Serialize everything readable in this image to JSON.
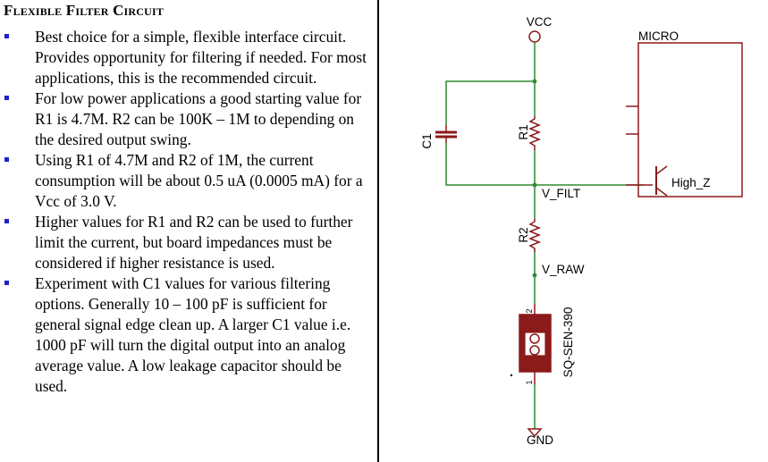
{
  "title": "Flexible Filter Circuit",
  "bullets": [
    "Best choice for a simple, flexible interface circuit.  Provides opportunity for filtering if needed.  For most applications, this is the recommended circuit.",
    "For low power applications a good starting value for R1 is 4.7M.  R2 can be 100K – 1M to depending on the desired output swing.",
    "Using R1 of 4.7M and R2 of 1M, the current consumption will be about 0.5 uA (0.0005 mA) for a Vcc of 3.0 V.",
    "Higher values for R1 and R2 can be used to further limit the current, but board impedances must be considered if higher resistance is used.",
    "Experiment with C1 values for various filtering options.  Generally 10 – 100 pF is sufficient for general signal edge clean up.  A larger C1 value i.e. 1000 pF will turn the digital output into an analog average value.  A low leakage capacitor should be used."
  ],
  "schematic": {
    "vcc": "VCC",
    "gnd": "GND",
    "micro": "MICRO",
    "high_z": "High_Z",
    "c1": "C1",
    "r1": "R1",
    "r2": "R2",
    "v_filt": "V_FILT",
    "v_raw": "V_RAW",
    "sensor": "SQ-SEN-390",
    "pin2": "2",
    "pin1": "1",
    "colors": {
      "wire": "#2e8b2e",
      "part": "#8b1a1a",
      "supply": "#8b1a1a",
      "bullet": "#1d23c8"
    }
  }
}
